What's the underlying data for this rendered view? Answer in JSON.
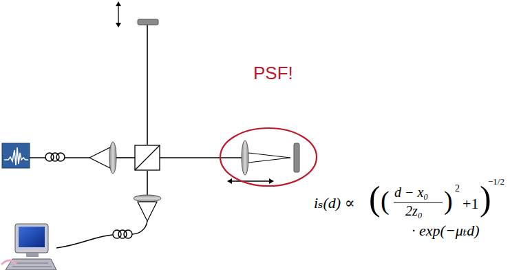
{
  "diagram": {
    "labels": [
      "PSF!",
      "iₛ(d) ∝",
      "(",
      "(",
      "d − x₀",
      "2z₀",
      ")",
      "2",
      "+1",
      ")",
      "−1/2",
      "· exp(−μₜd)"
    ]
  }
}
